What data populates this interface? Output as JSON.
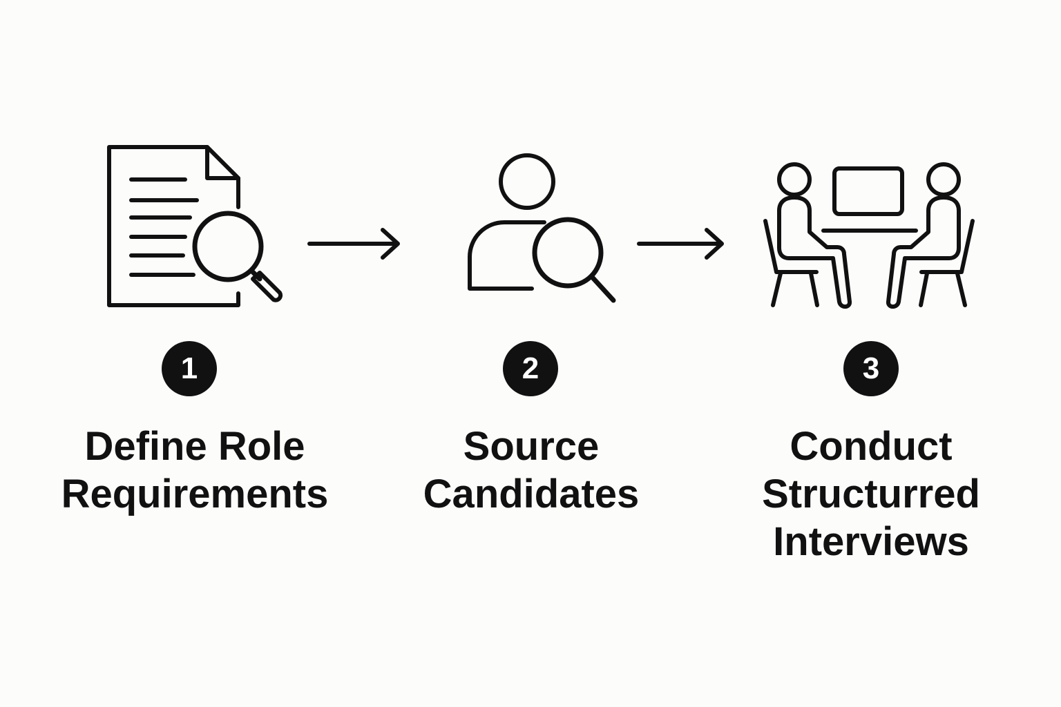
{
  "steps": [
    {
      "number": "1",
      "label_lines": [
        "Define Role",
        "Requirements"
      ],
      "icon": "document-search-icon"
    },
    {
      "number": "2",
      "label_lines": [
        "Source",
        "Candidates"
      ],
      "icon": "person-search-icon"
    },
    {
      "number": "3",
      "label_lines": [
        "Conduct",
        "Structurred",
        "Interviews"
      ],
      "icon": "interview-icon"
    }
  ],
  "connectors": [
    "arrow-right-icon",
    "arrow-right-icon"
  ],
  "colors": {
    "background": "#fcfcfb",
    "foreground": "#111111",
    "badge_text": "#ffffff"
  }
}
